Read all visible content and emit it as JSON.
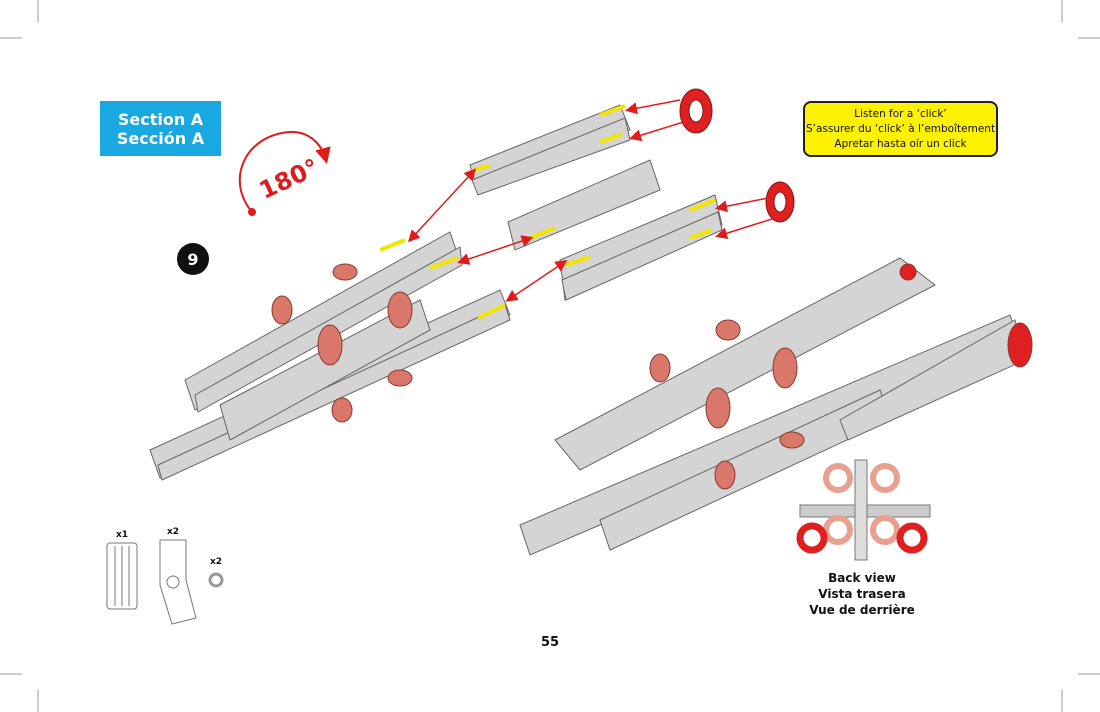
{
  "section": {
    "line1": "Section A",
    "line2": "Sección A"
  },
  "rotation": {
    "label": "180°"
  },
  "step": {
    "number": "9"
  },
  "note": {
    "line1": "Listen for a ‘click’",
    "line2": "S’assurer du ‘click’ à l’emboîtement",
    "line3": "Apretar hasta oír un click"
  },
  "parts": [
    {
      "qty": "x1",
      "icon": "straight-track-piece"
    },
    {
      "qty": "x2",
      "icon": "curved-track-piece"
    },
    {
      "qty": "x2",
      "icon": "ring-connector"
    }
  ],
  "back_view": {
    "line1": "Back view",
    "line2": "Vista trasera",
    "line3": "Vue de derrière"
  },
  "page_number": "55",
  "colors": {
    "section_bg": "#19a8e0",
    "note_bg": "#fff200",
    "connector_red": "#e02020",
    "connector_pink": "#d9776a",
    "track_gray": "#cfcfcf",
    "arrow_red": "#e01b1b"
  }
}
